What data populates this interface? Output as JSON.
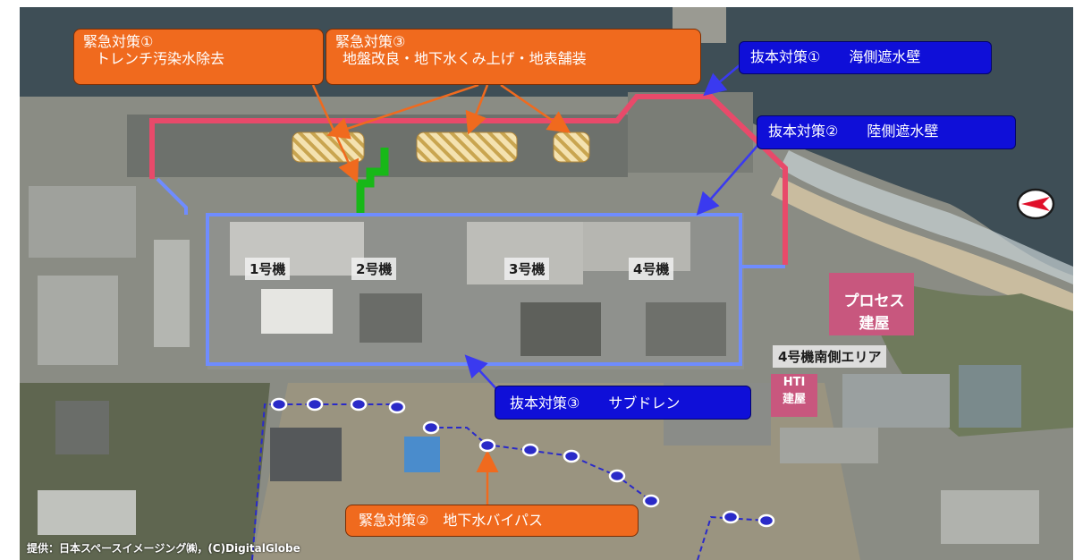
{
  "emergency_1": {
    "line1": "緊急対策①",
    "line2": "トレンチ汚染水除去"
  },
  "emergency_3": {
    "line1": "緊急対策③",
    "line2": "地盤改良・地下水くみ上げ・地表舗装"
  },
  "emergency_2": {
    "label": "緊急対策②　地下水バイパス"
  },
  "fundamental_1": {
    "label": "抜本対策①　　海側遮水壁"
  },
  "fundamental_2": {
    "label": "抜本対策②　　陸側遮水壁"
  },
  "fundamental_3": {
    "label": "抜本対策③　　サブドレン"
  },
  "units": [
    "1号機",
    "2号機",
    "3号機",
    "4号機"
  ],
  "process_building": {
    "line1": "プロセス",
    "line2": "建屋"
  },
  "hti_building": {
    "line1": "HTI",
    "line2": "建屋"
  },
  "south_area": "4号機南側エリア",
  "credit": "提供：日本スペースイメージング㈱，(C)DigitalGlobe",
  "colors": {
    "emergency_box": "#f06a1e",
    "fundamental_box": "#0f0fd8",
    "sea_wall": "#e84a6a",
    "land_wall": "#6f8cff",
    "trench": "#18b818",
    "bypass_wells": "#2a2ac8",
    "building_pink": "#c8577e"
  },
  "icons": [
    "north-compass-icon"
  ]
}
